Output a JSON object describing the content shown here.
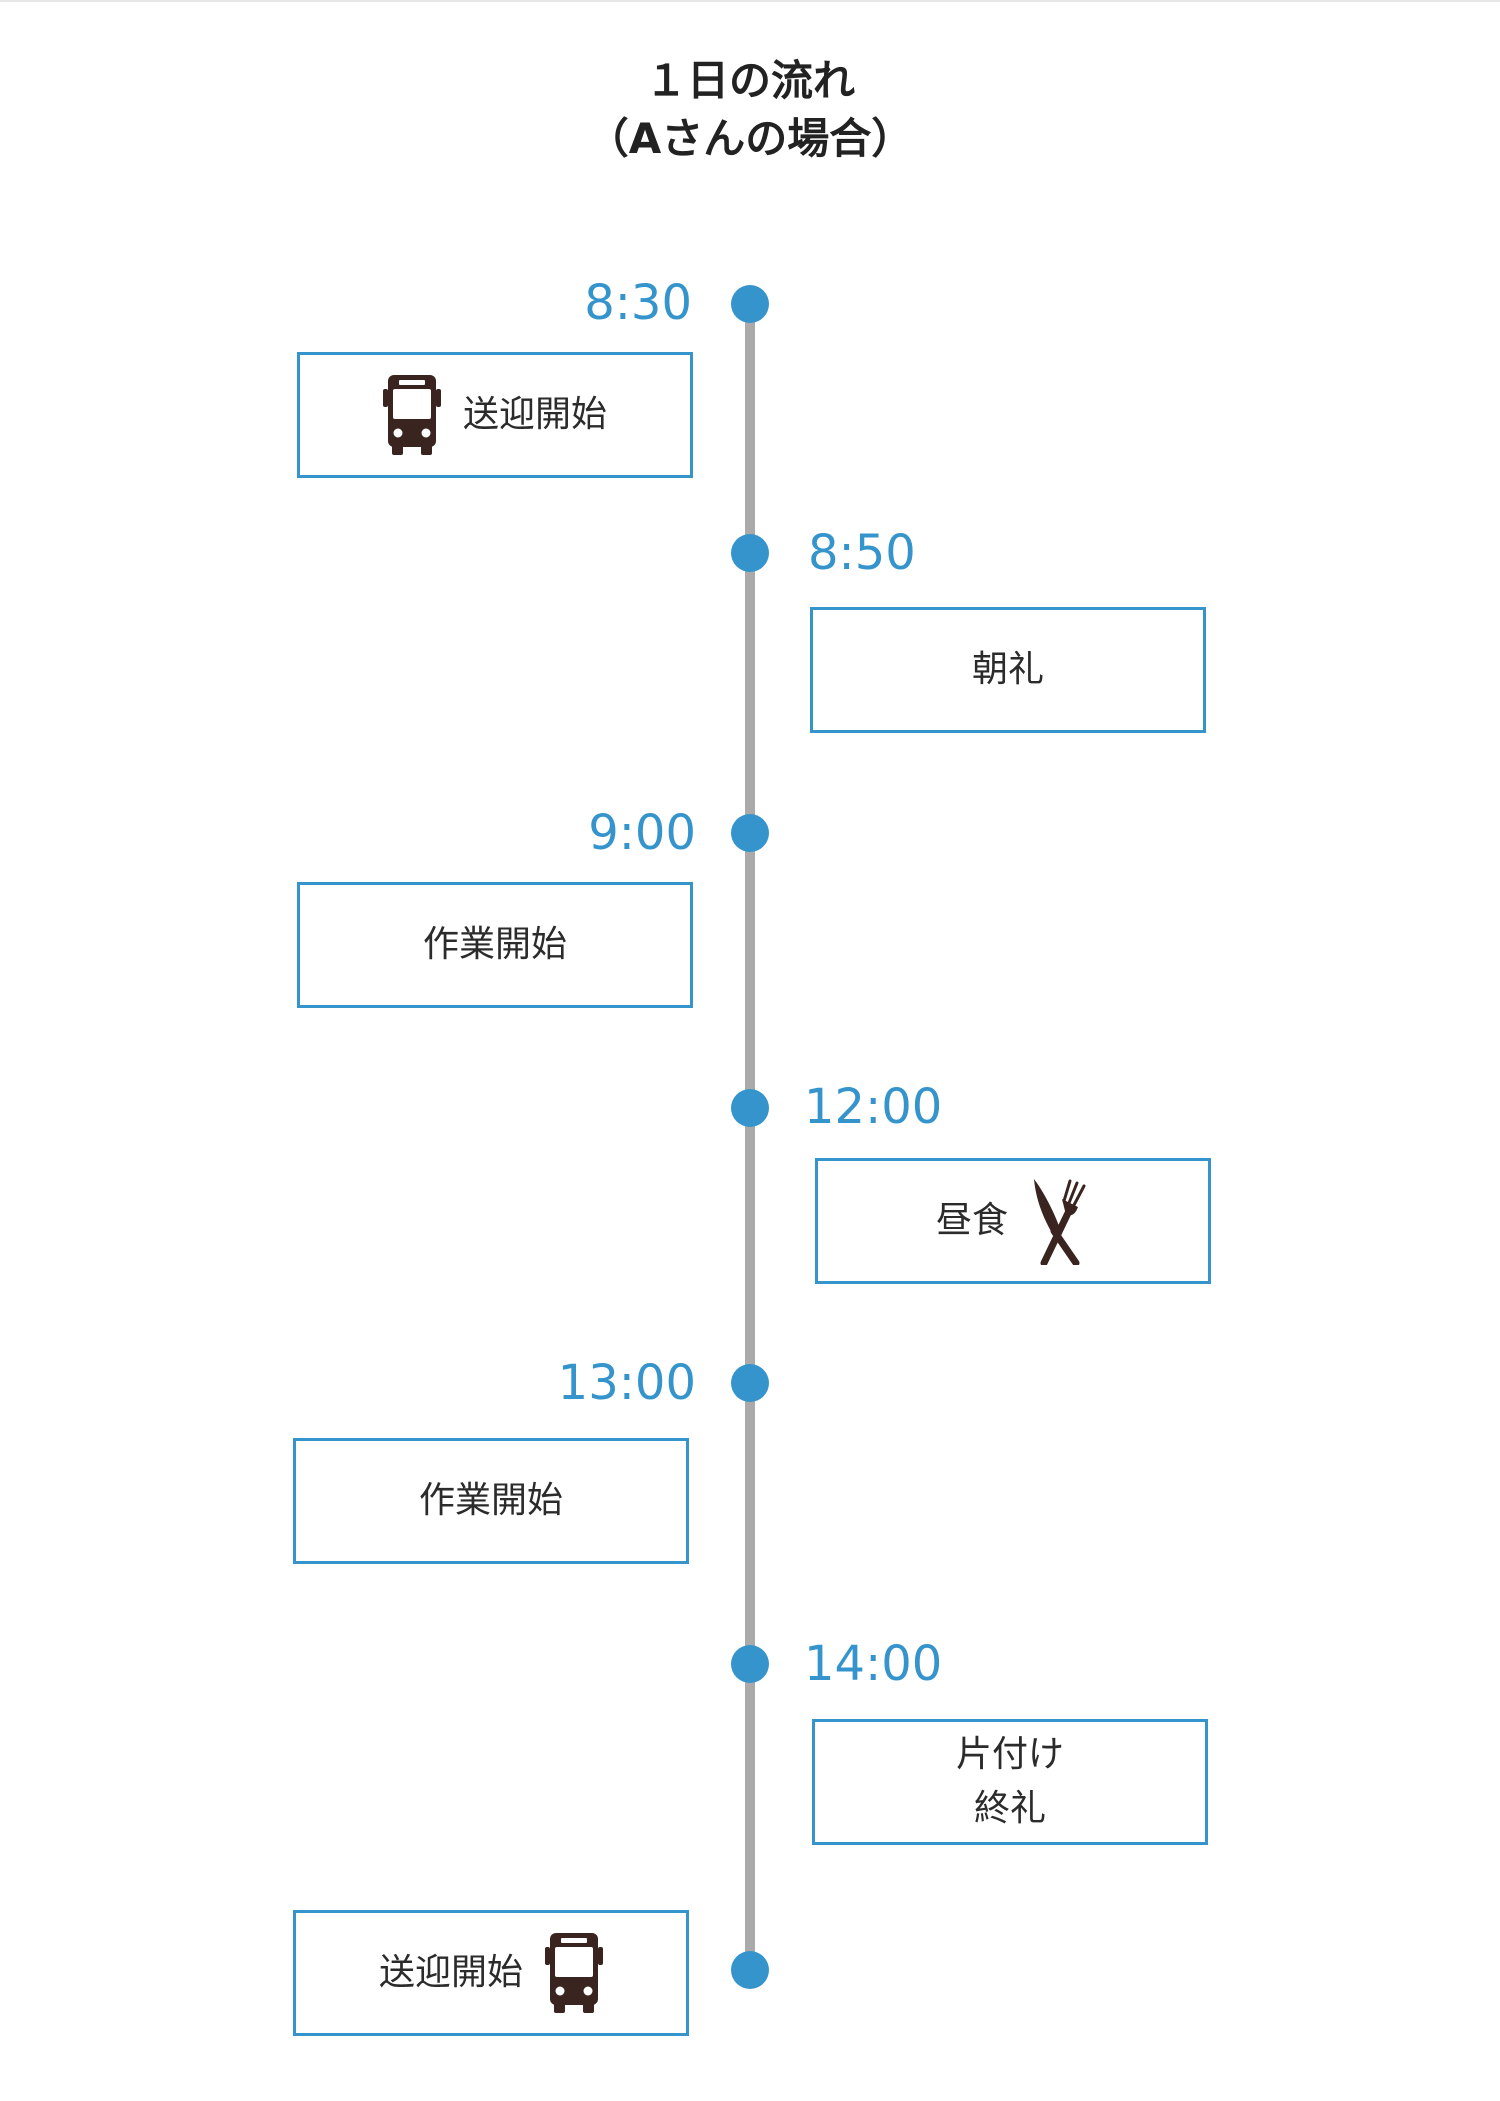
{
  "title": {
    "line1": "１日の流れ",
    "line2": "（Aさんの場合）"
  },
  "colors": {
    "accent": "#3594cc",
    "axis": "#aaaaaa",
    "text": "#2b2b2b",
    "icon": "#3a2420"
  },
  "timeline": [
    {
      "time": "8:30",
      "side": "left",
      "label": "送迎開始",
      "icon": "bus-icon"
    },
    {
      "time": "8:50",
      "side": "right",
      "label": "朝礼"
    },
    {
      "time": "9:00",
      "side": "left",
      "label": "作業開始"
    },
    {
      "time": "12:00",
      "side": "right",
      "label": "昼食",
      "icon": "knife-fork-icon"
    },
    {
      "time": "13:00",
      "side": "left",
      "label": "作業開始"
    },
    {
      "time": "14:00",
      "side": "right",
      "label_line1": "片付け",
      "label_line2": "終礼"
    },
    {
      "side": "left",
      "label": "送迎開始",
      "icon": "bus-icon"
    }
  ]
}
